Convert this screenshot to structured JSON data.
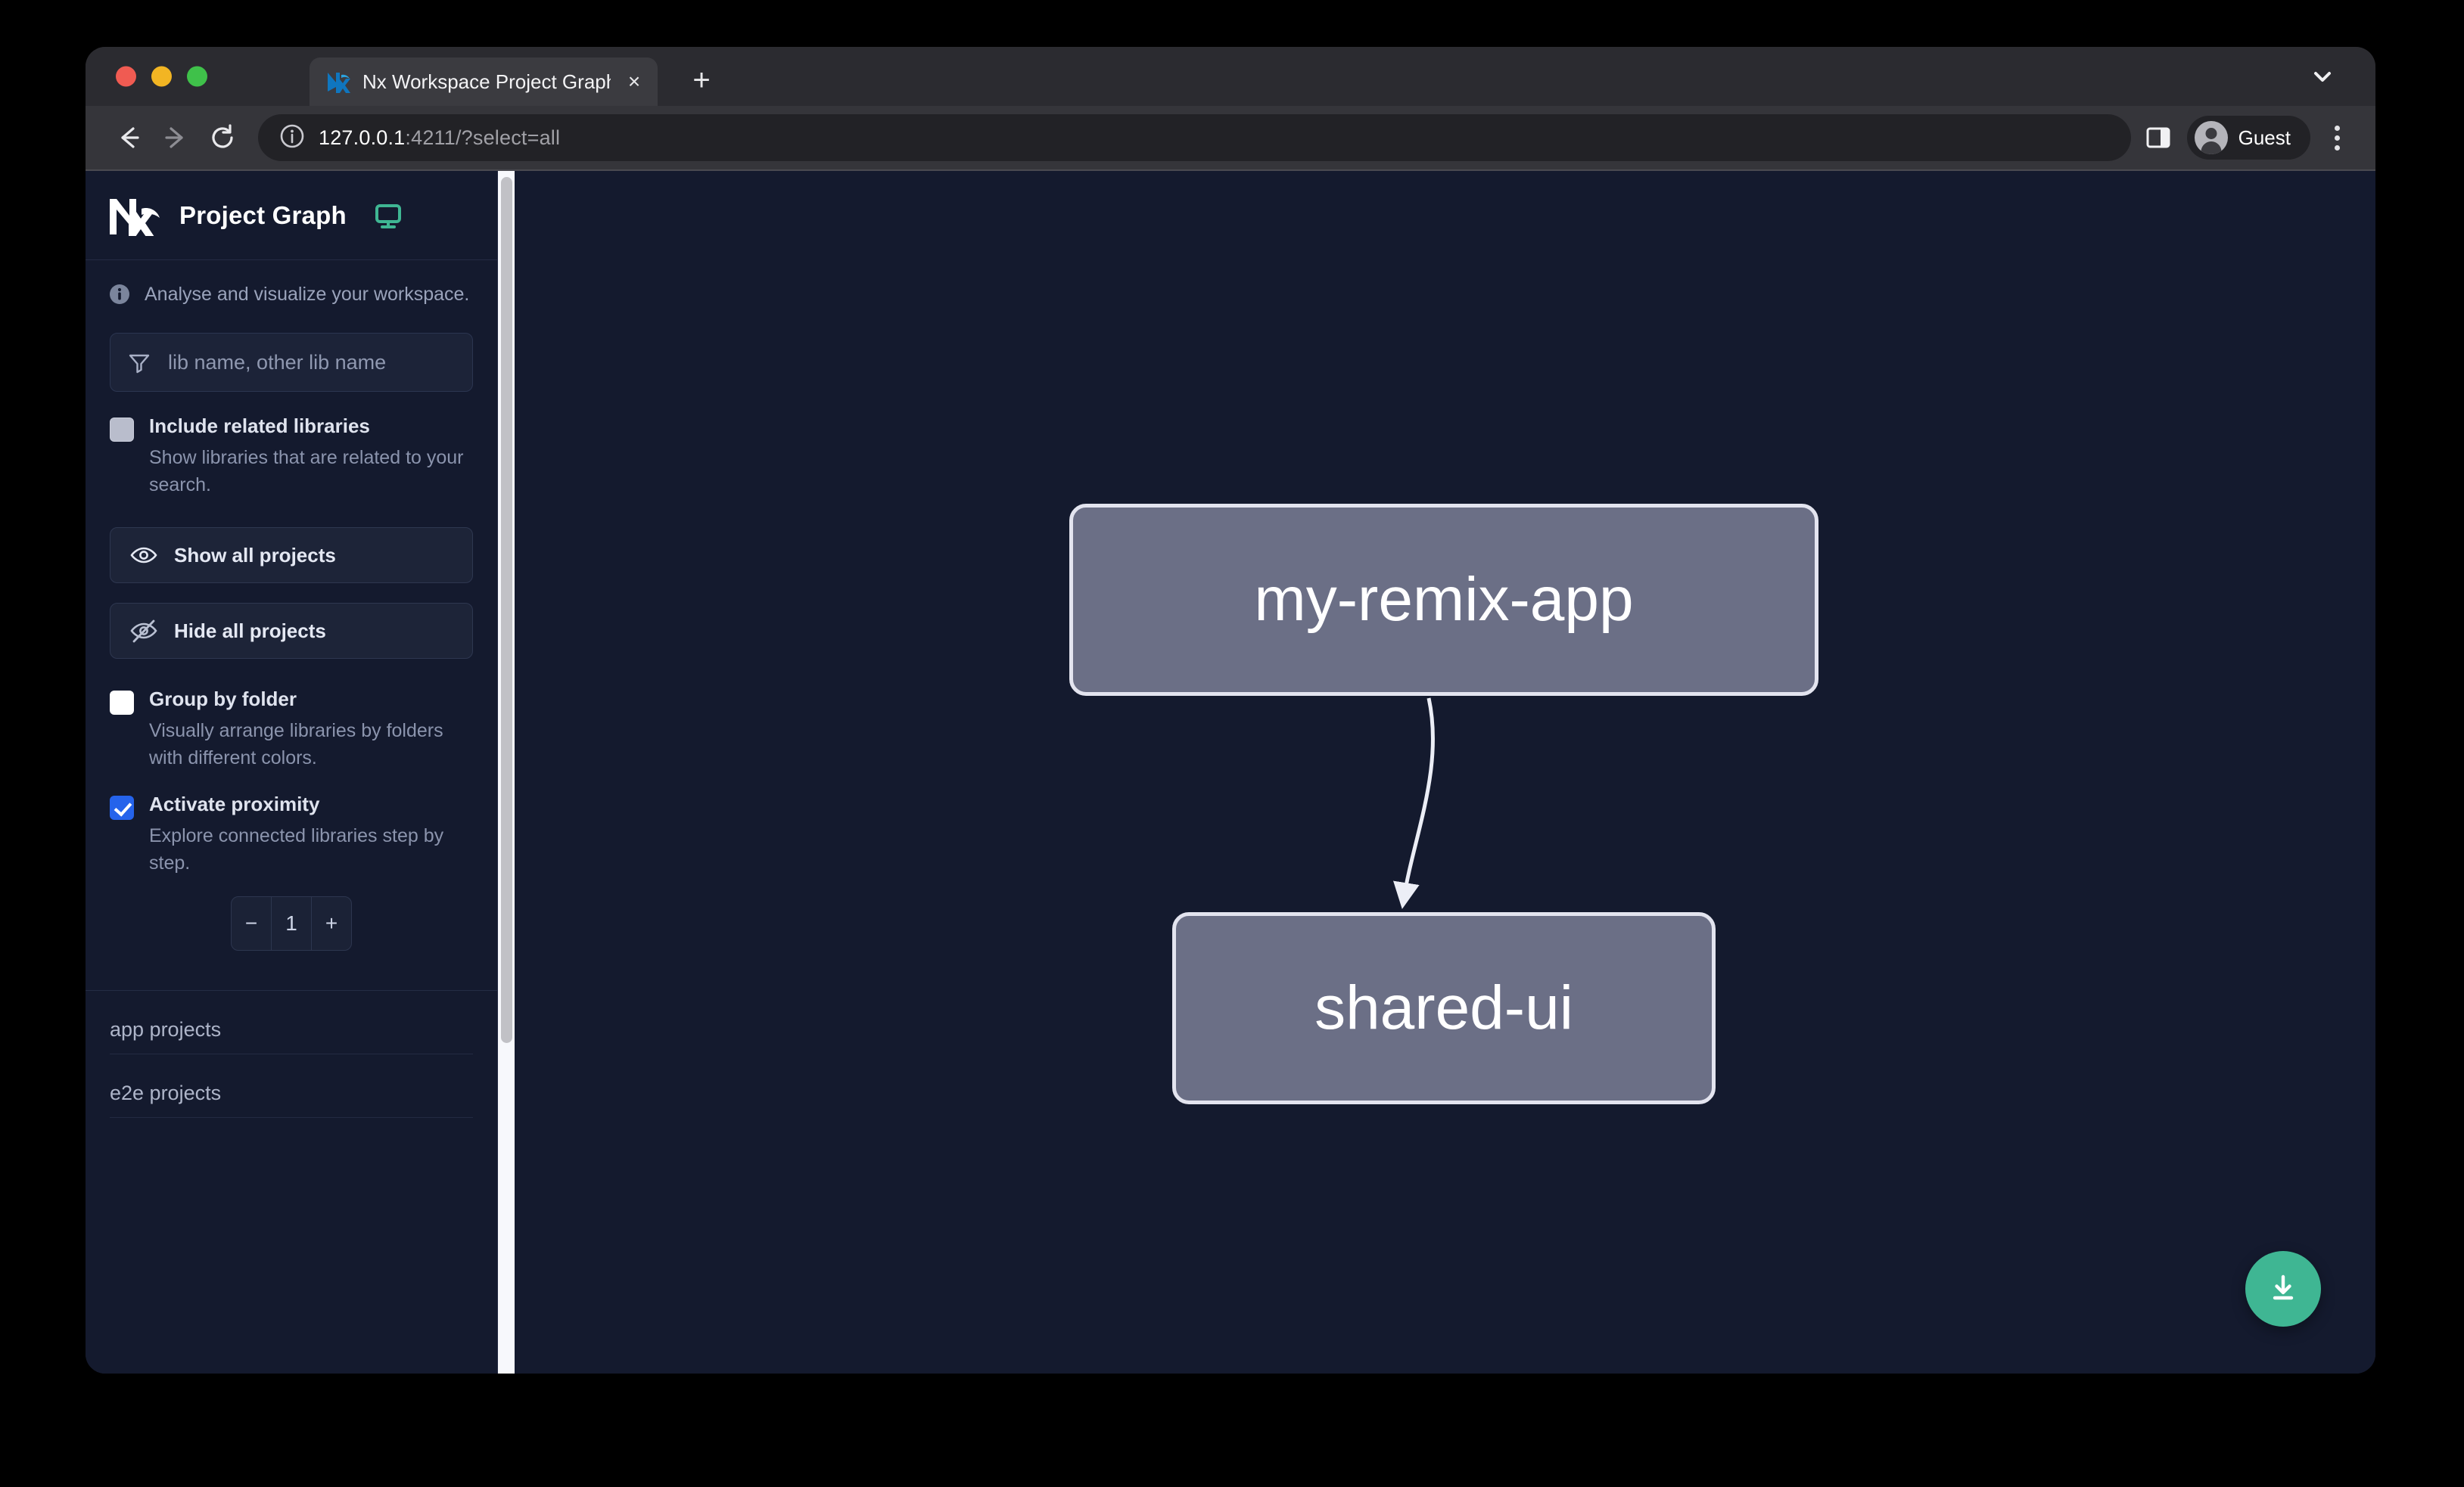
{
  "browser": {
    "tab": {
      "title": "Nx Workspace Project Graph",
      "close_label": "×",
      "favicon": "nx-favicon-icon"
    },
    "new_tab_label": "+",
    "tab_list_icon": "chevron-down-icon",
    "nav": {
      "back_icon": "arrow-left-icon",
      "forward_icon": "arrow-right-icon",
      "reload_icon": "reload-icon"
    },
    "omnibox": {
      "security_icon": "info-circle-icon",
      "url_host": "127.0.0.1",
      "url_rest": ":4211/?select=all",
      "full_url": "127.0.0.1:4211/?select=all"
    },
    "side_panel_icon": "side-panel-icon",
    "profile": {
      "name": "Guest",
      "avatar_icon": "person-avatar-icon"
    },
    "menu_icon": "three-dot-menu-icon"
  },
  "sidebar": {
    "logo": "nx-logo",
    "title": "Project Graph",
    "desktop_icon": "desktop-monitor-icon",
    "desktop_icon_color": "#3fb693",
    "hint": {
      "icon": "info-icon",
      "text": "Analyse and visualize your workspace."
    },
    "search": {
      "icon": "filter-funnel-icon",
      "placeholder": "lib name, other lib name",
      "value": ""
    },
    "options": [
      {
        "id": "include-related-libraries",
        "label": "Include related libraries",
        "description": "Show libraries that are related to your search.",
        "checked": false,
        "style": "muted"
      },
      {
        "id": "group-by-folder",
        "label": "Group by folder",
        "description": "Visually arrange libraries by folders with different colors.",
        "checked": false,
        "style": "white"
      },
      {
        "id": "activate-proximity",
        "label": "Activate proximity",
        "description": "Explore connected libraries step by step.",
        "checked": true,
        "style": "checked"
      }
    ],
    "buttons": [
      {
        "id": "show-all-projects",
        "label": "Show all projects",
        "icon": "eye-icon"
      },
      {
        "id": "hide-all-projects",
        "label": "Hide all projects",
        "icon": "eye-off-icon"
      }
    ],
    "proximity_stepper": {
      "decrement_label": "−",
      "value": "1",
      "increment_label": "+"
    },
    "groups": [
      {
        "id": "app-projects",
        "label": "app projects"
      },
      {
        "id": "e2e-projects",
        "label": "e2e projects"
      }
    ]
  },
  "graph": {
    "nodes": [
      {
        "id": "my-remix-app",
        "label": "my-remix-app"
      },
      {
        "id": "shared-ui",
        "label": "shared-ui"
      }
    ],
    "edges": [
      {
        "from": "my-remix-app",
        "to": "shared-ui"
      }
    ],
    "node_fill": "#6b6f86",
    "node_border": "#e3e4ef",
    "background": "#141a2e",
    "download_button": {
      "icon": "download-icon",
      "color": "#3fb693"
    }
  }
}
